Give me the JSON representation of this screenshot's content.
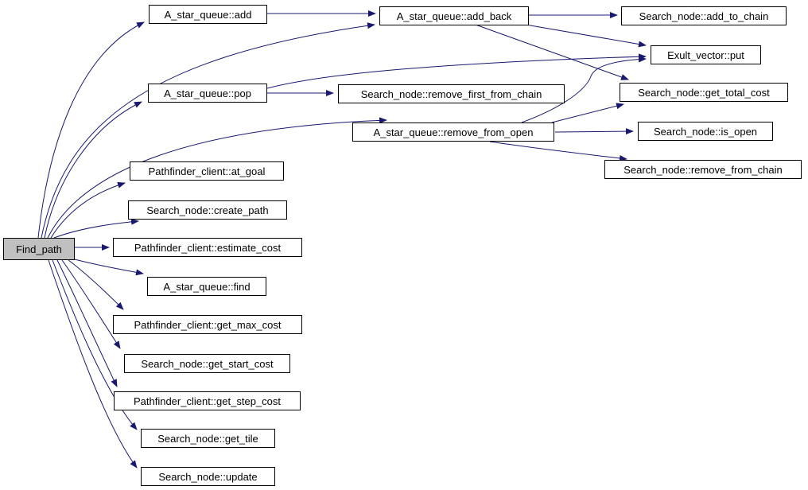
{
  "diagram": {
    "type": "doxygen-call-graph",
    "root": "Find_path",
    "colors": {
      "background": "#ffffff",
      "edge": "#191970",
      "node_border": "#000000",
      "node_fill": "#ffffff",
      "root_fill": "#c0c0c0",
      "text": "#000000"
    },
    "nodes": {
      "find_path": {
        "label": "Find_path"
      },
      "add": {
        "label": "A_star_queue::add"
      },
      "add_back": {
        "label": "A_star_queue::add_back"
      },
      "add_to_chain": {
        "label": "Search_node::add_to_chain"
      },
      "put": {
        "label": "Exult_vector::put"
      },
      "pop": {
        "label": "A_star_queue::pop"
      },
      "remove_first_from_chain": {
        "label": "Search_node::remove_first_from_chain"
      },
      "get_total_cost": {
        "label": "Search_node::get_total_cost"
      },
      "remove_from_open": {
        "label": "A_star_queue::remove_from_open"
      },
      "is_open": {
        "label": "Search_node::is_open"
      },
      "remove_from_chain": {
        "label": "Search_node::remove_from_chain"
      },
      "at_goal": {
        "label": "Pathfinder_client::at_goal"
      },
      "create_path": {
        "label": "Search_node::create_path"
      },
      "estimate_cost": {
        "label": "Pathfinder_client::estimate_cost"
      },
      "find": {
        "label": "A_star_queue::find"
      },
      "get_max_cost": {
        "label": "Pathfinder_client::get_max_cost"
      },
      "get_start_cost": {
        "label": "Search_node::get_start_cost"
      },
      "get_step_cost": {
        "label": "Pathfinder_client::get_step_cost"
      },
      "get_tile": {
        "label": "Search_node::get_tile"
      },
      "update": {
        "label": "Search_node::update"
      }
    },
    "edges": [
      {
        "from": "Find_path",
        "to": "A_star_queue::add"
      },
      {
        "from": "Find_path",
        "to": "A_star_queue::add_back"
      },
      {
        "from": "Find_path",
        "to": "A_star_queue::pop"
      },
      {
        "from": "Find_path",
        "to": "A_star_queue::remove_from_open"
      },
      {
        "from": "Find_path",
        "to": "Pathfinder_client::at_goal"
      },
      {
        "from": "Find_path",
        "to": "Search_node::create_path"
      },
      {
        "from": "Find_path",
        "to": "Pathfinder_client::estimate_cost"
      },
      {
        "from": "Find_path",
        "to": "A_star_queue::find"
      },
      {
        "from": "Find_path",
        "to": "Pathfinder_client::get_max_cost"
      },
      {
        "from": "Find_path",
        "to": "Search_node::get_start_cost"
      },
      {
        "from": "Find_path",
        "to": "Pathfinder_client::get_step_cost"
      },
      {
        "from": "Find_path",
        "to": "Search_node::get_tile"
      },
      {
        "from": "Find_path",
        "to": "Search_node::update"
      },
      {
        "from": "A_star_queue::add",
        "to": "A_star_queue::add_back"
      },
      {
        "from": "A_star_queue::add_back",
        "to": "Search_node::add_to_chain"
      },
      {
        "from": "A_star_queue::add_back",
        "to": "Exult_vector::put"
      },
      {
        "from": "A_star_queue::add_back",
        "to": "Search_node::get_total_cost"
      },
      {
        "from": "A_star_queue::pop",
        "to": "Search_node::remove_first_from_chain"
      },
      {
        "from": "A_star_queue::pop",
        "to": "Exult_vector::put"
      },
      {
        "from": "A_star_queue::remove_from_open",
        "to": "Exult_vector::put"
      },
      {
        "from": "A_star_queue::remove_from_open",
        "to": "Search_node::get_total_cost"
      },
      {
        "from": "A_star_queue::remove_from_open",
        "to": "Search_node::is_open"
      },
      {
        "from": "A_star_queue::remove_from_open",
        "to": "Search_node::remove_from_chain"
      }
    ]
  }
}
